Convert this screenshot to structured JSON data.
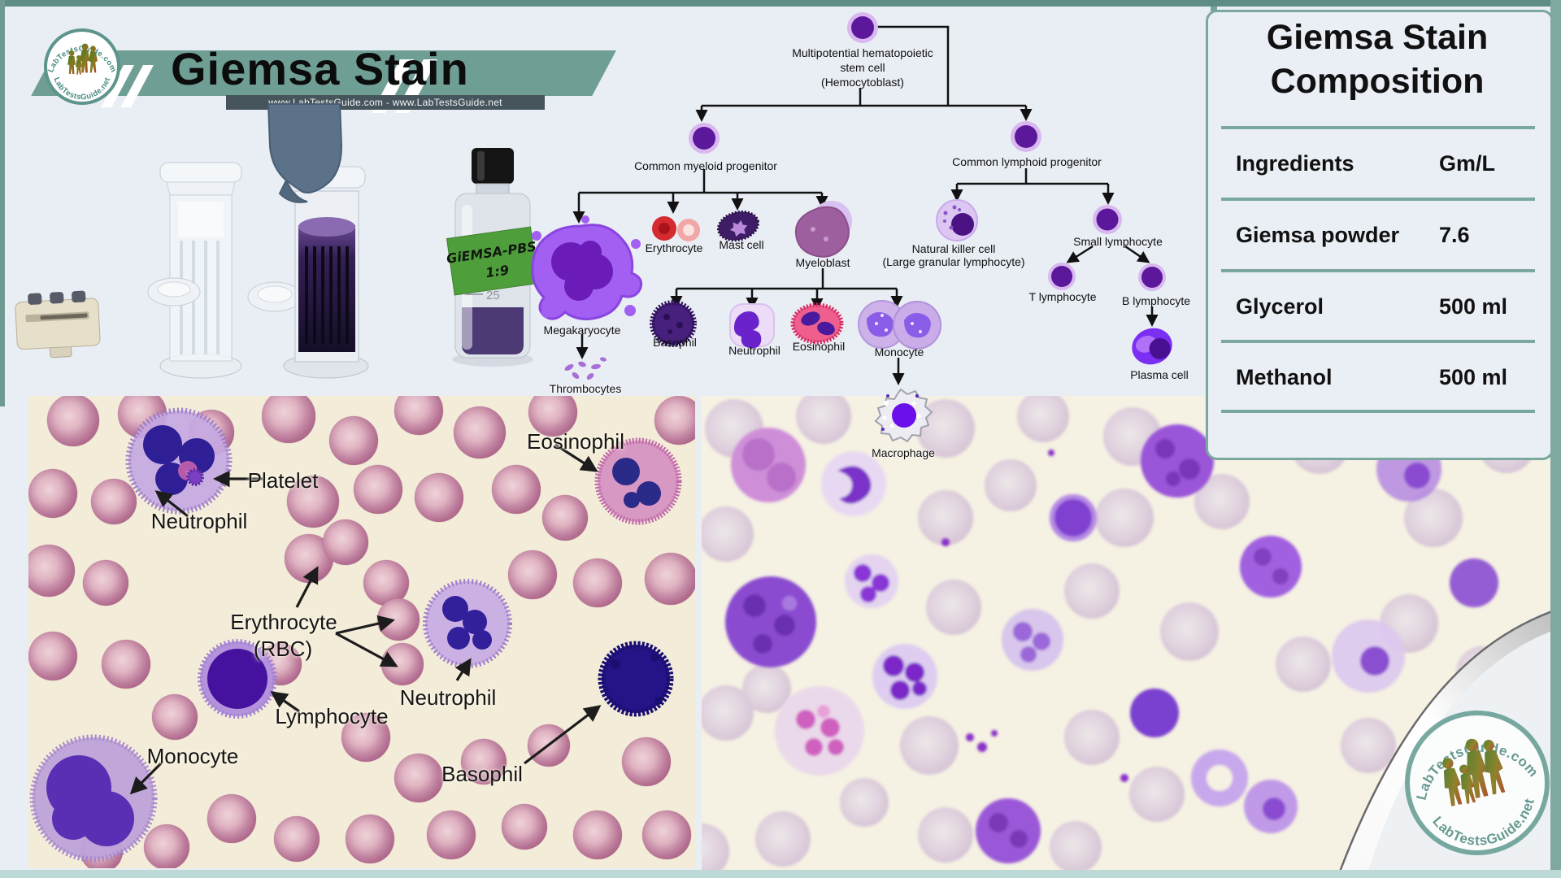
{
  "brand": {
    "site_com": "LabTestsGuide.com",
    "site_net": "LabTestsGuide.net"
  },
  "header": {
    "title": "Giemsa Stain",
    "url_strip": "www.LabTestsGuide.com    -    www.LabTestsGuide.net"
  },
  "bottle": {
    "label_line1": "GiEMSA-PBS",
    "label_line2": "1:9",
    "graduation": "25"
  },
  "diagram": {
    "root_line1": "Multipotential hematopoietic",
    "root_line2": "stem cell",
    "root_line3": "(Hemocytoblast)",
    "myeloid": "Common myeloid progenitor",
    "lymphoid": "Common lymphoid progenitor",
    "megakaryocyte": "Megakaryocyte",
    "thrombocytes": "Thrombocytes",
    "erythrocyte": "Erythrocyte",
    "mast_cell": "Mast cell",
    "myeloblast": "Myeloblast",
    "basophil": "Basophil",
    "neutrophil": "Neutrophil",
    "eosinophil": "Eosinophil",
    "monocyte": "Monocyte",
    "macrophage": "Macrophage",
    "nk_line1": "Natural killer cell",
    "nk_line2": "(Large granular lymphocyte)",
    "small_lymphocyte": "Small lymphocyte",
    "t_lymphocyte": "T lymphocyte",
    "b_lymphocyte": "B lymphocyte",
    "plasma_cell": "Plasma cell"
  },
  "composition": {
    "title_line1": "Giemsa Stain",
    "title_line2": "Composition",
    "rows": [
      {
        "name": "Ingredients",
        "value": "Gm/L"
      },
      {
        "name": "Giemsa powder",
        "value": "7.6"
      },
      {
        "name": "Glycerol",
        "value": "500 ml"
      },
      {
        "name": "Methanol",
        "value": "500 ml"
      }
    ]
  },
  "smear": {
    "eosinophil": "Eosinophil",
    "platelet": "Platelet",
    "neutrophil_top": "Neutrophil",
    "erythrocyte_line1": "Erythrocyte",
    "erythrocyte_line2": "(RBC)",
    "neutrophil_right": "Neutrophil",
    "lymphocyte": "Lymphocyte",
    "monocyte": "Monocyte",
    "basophil": "Basophil"
  },
  "colors": {
    "frame_teal": "#6f9e94",
    "panel_teal": "#7aa89e",
    "dark_strip": "#46555c",
    "page_bg": "#e9edf4"
  }
}
